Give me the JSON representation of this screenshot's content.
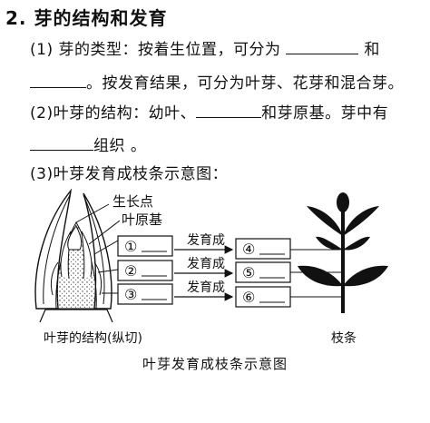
{
  "section": {
    "title": "2. 芽的结构和发育"
  },
  "question": {
    "part1_label": "(1)",
    "part1_text_a": "芽的类型：按着生位置，可分为",
    "part1_text_b": "和",
    "part1_text_c": "。按发育结果，可分为叶芽、花芽和混合芽。",
    "part2_label": "(2)",
    "part2_text_a": "叶芽的结构：幼叶、",
    "part2_text_b": "和芽原基。芽中有",
    "part2_text_c": "组织 。",
    "part3_label": "(3)",
    "part3_text": "叶芽发育成枝条示意图："
  },
  "diagram": {
    "label_growth_point": "生长点",
    "label_bud_primordium": "叶原基",
    "box1": "①",
    "box2": "②",
    "box3": "③",
    "box4": "④",
    "box5": "⑤",
    "box6": "⑥",
    "arrow1": "发育成",
    "arrow2": "发育成",
    "arrow3": "发育成",
    "left_caption": "叶芽的结构(纵切)",
    "right_caption": "枝条"
  },
  "caption": "叶芽发育成枝条示意图"
}
